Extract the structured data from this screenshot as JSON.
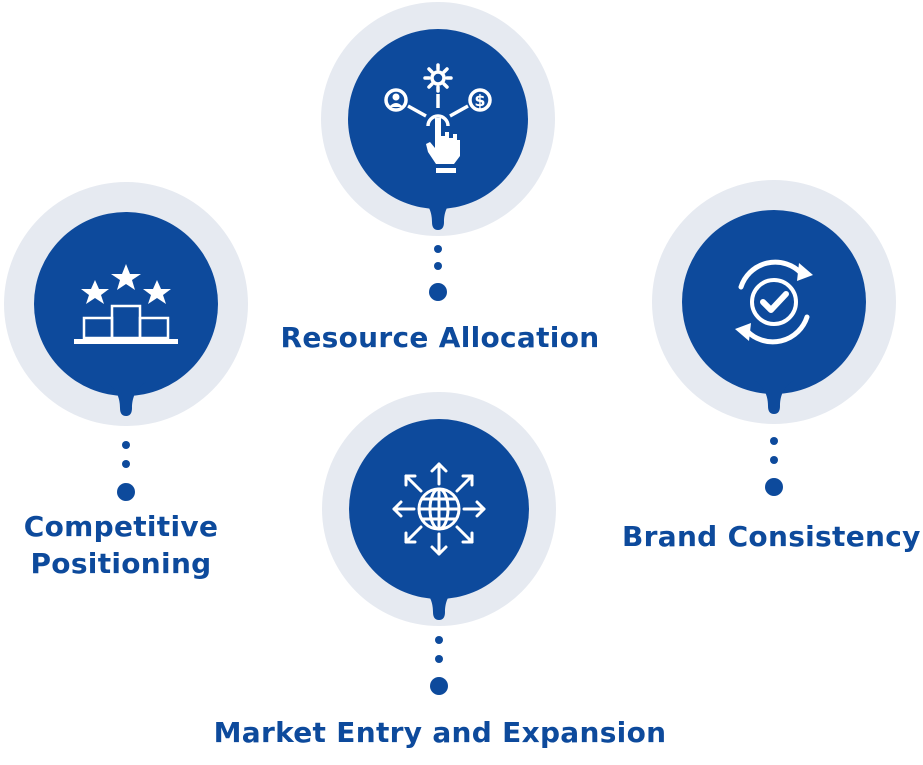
{
  "colors": {
    "accent": "#0d4a9c",
    "halo": "#e6eaf1",
    "icon": "#ffffff"
  },
  "nodes": [
    {
      "id": "resource-allocation",
      "label": "Resource Allocation",
      "icon": "hand-pointer-network-icon"
    },
    {
      "id": "competitive-positioning",
      "label_line1": "Competitive",
      "label_line2": "Positioning",
      "icon": "podium-stars-icon"
    },
    {
      "id": "brand-consistency",
      "label": "Brand Consistency",
      "icon": "cycle-check-icon"
    },
    {
      "id": "market-entry",
      "label": "Market Entry and Expansion",
      "icon": "globe-arrows-icon"
    }
  ]
}
